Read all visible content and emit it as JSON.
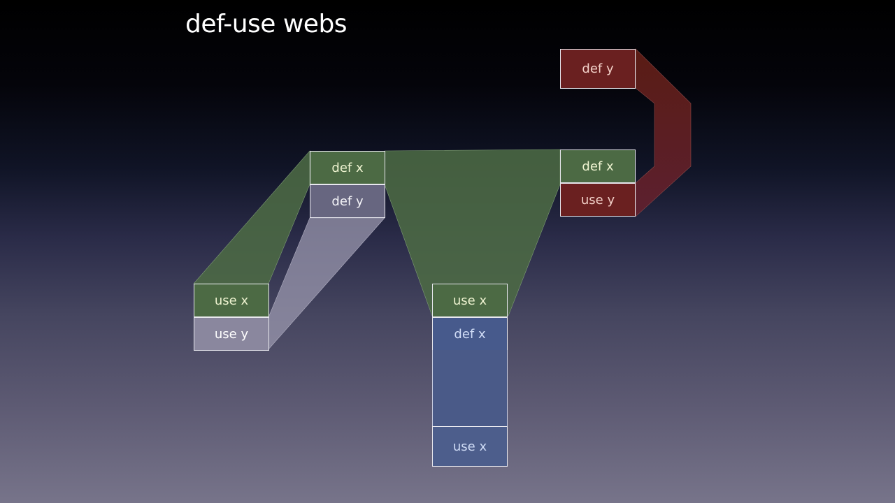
{
  "title": "def-use webs",
  "colors": {
    "x_web": "#4c6a44",
    "y_web_left": "#8a879e",
    "y_web_right": "#6a2020",
    "x_web_bottom": "#475a8c"
  },
  "blocks": {
    "top_left": {
      "def_x": "def x",
      "def_y": "def y"
    },
    "left": {
      "use_x": "use x",
      "use_y": "use y"
    },
    "middle": {
      "use_x": "use x",
      "def_x": "def x",
      "use_x_bottom": "use x"
    },
    "top_right": {
      "def_y": "def y"
    },
    "right": {
      "def_x": "def x",
      "use_y": "use y"
    }
  }
}
